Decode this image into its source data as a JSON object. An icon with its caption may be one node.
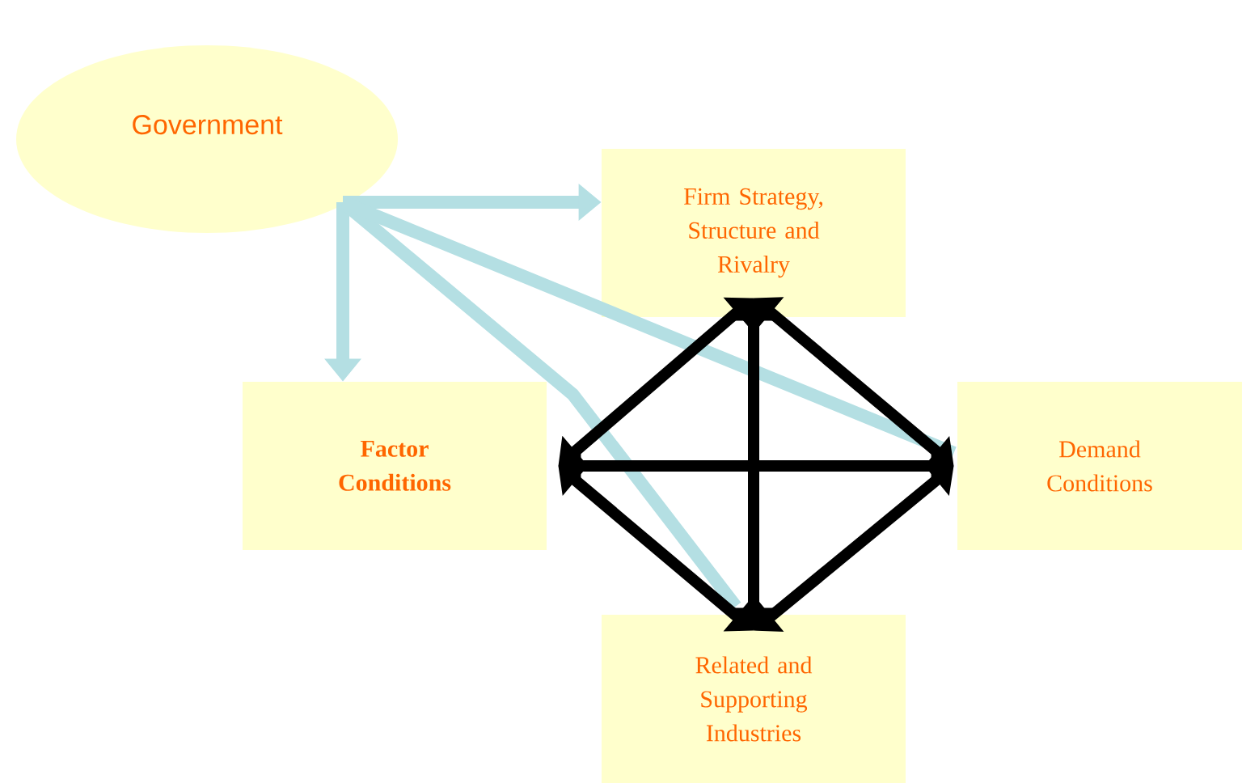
{
  "diagram": {
    "nodes": [
      {
        "text": [
          "Government"
        ]
      },
      {
        "text": [
          "Firm Strategy, Structure and Rivalry"
        ]
      },
      {
        "text": [
          "Factor Conditions"
        ]
      },
      {
        "text": [
          "Demand Conditions"
        ]
      },
      {
        "text": [
          "Related and Supporting Industries"
        ]
      }
    ],
    "edges": [
      {
        "from": 0,
        "to": 1,
        "arrow": "to",
        "color": "#b4dfe3"
      },
      {
        "from": 0,
        "to": 2,
        "arrow": "to",
        "color": "#b4dfe3"
      },
      {
        "from": 0,
        "to": 4,
        "arrow": "none",
        "color": "#b4dfe3"
      },
      {
        "from": 0,
        "to": 3,
        "arrow": "none",
        "color": "#b4dfe3"
      },
      {
        "from": 1,
        "to": 2,
        "arrow": "both"
      },
      {
        "from": 1,
        "to": 3,
        "arrow": "both"
      },
      {
        "from": 2,
        "to": 4,
        "arrow": "both"
      },
      {
        "from": 4,
        "to": 3,
        "arrow": "both"
      },
      {
        "from": 2,
        "to": 3,
        "arrow": "both"
      },
      {
        "from": 1,
        "to": 4,
        "arrow": "both"
      }
    ]
  }
}
